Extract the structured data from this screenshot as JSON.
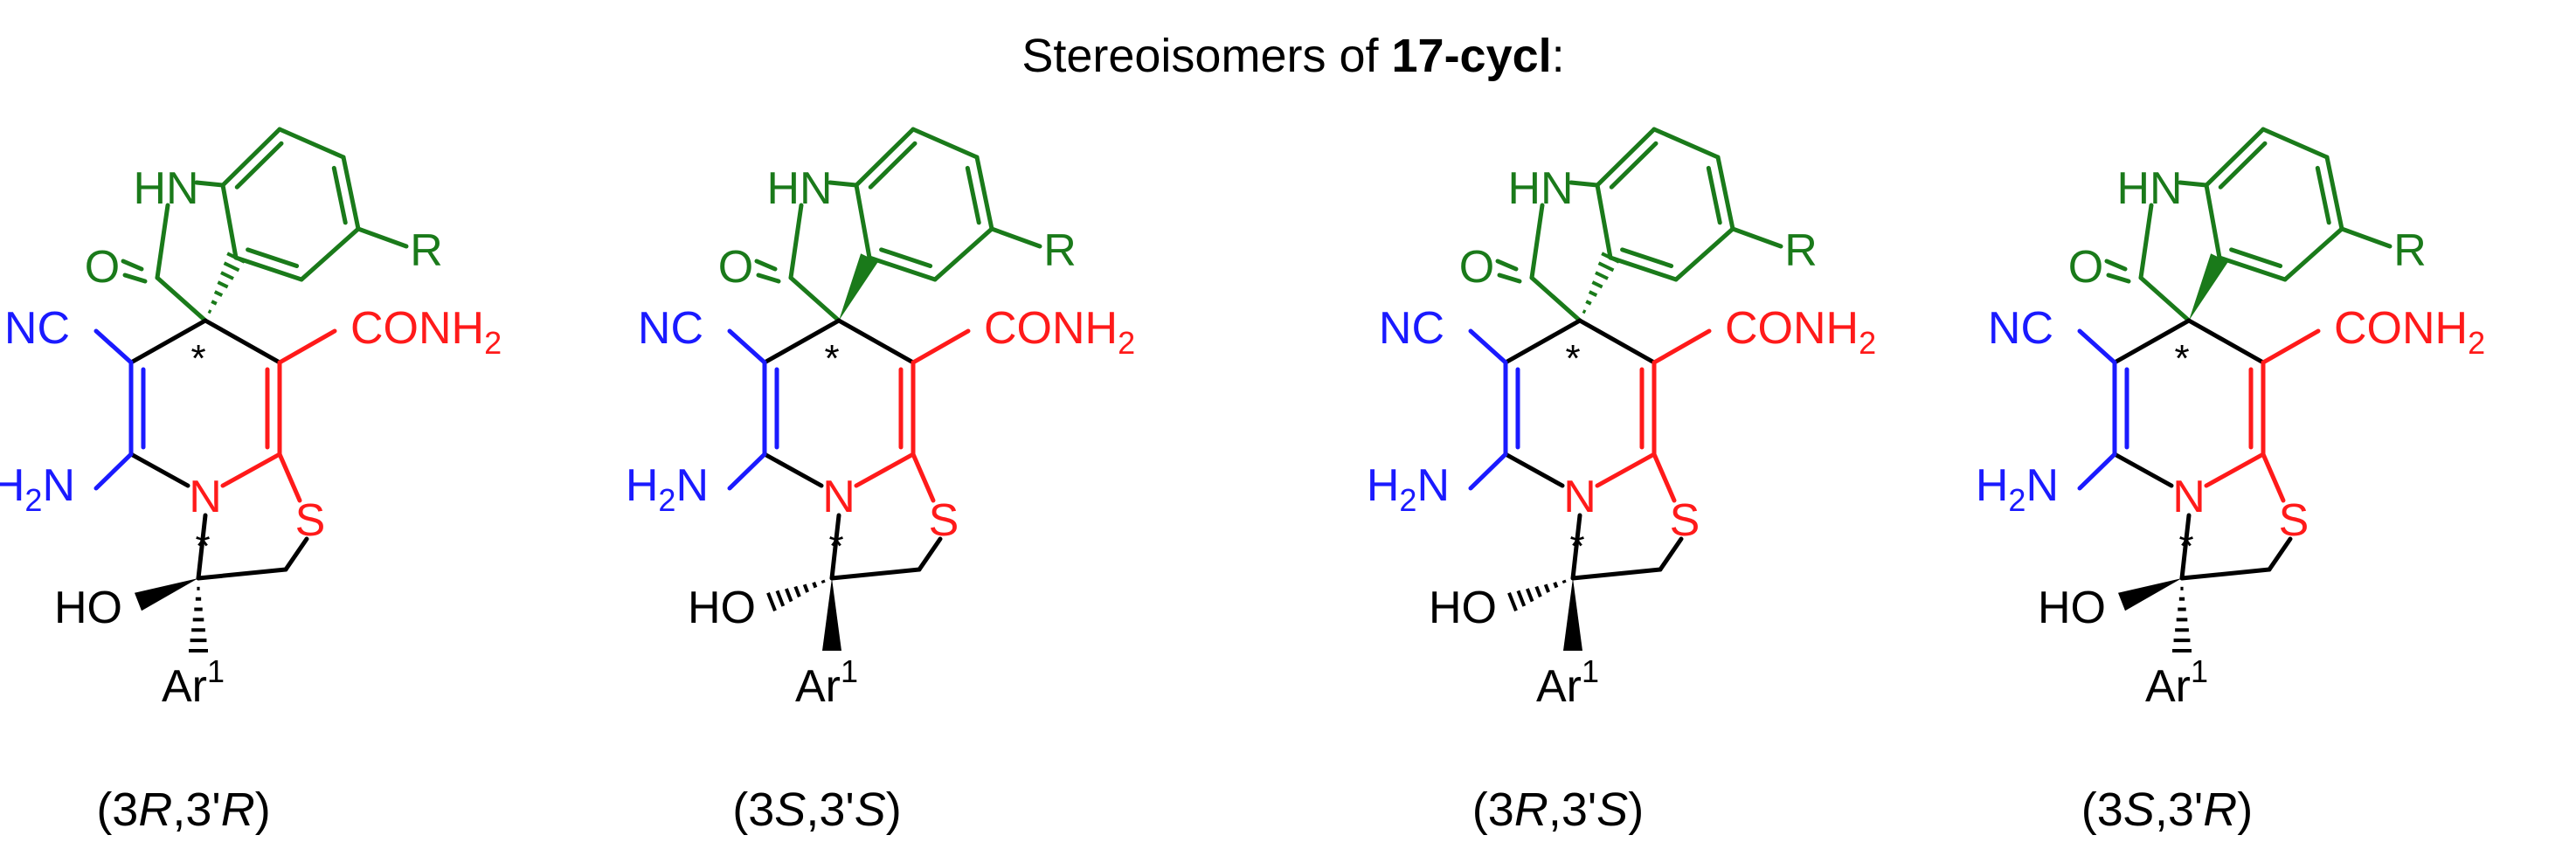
{
  "figure": {
    "title_prefix": "Stereoisomers of ",
    "title_bold": "17-cycl",
    "title_suffix": ":"
  },
  "colors": {
    "oxindole": "#1a7a1a",
    "amino_nitrile": "#1a1aff",
    "pyridine_thiazole": "#ff1a1a",
    "scaffold": "#000000"
  },
  "atom_labels": {
    "hn": "HN",
    "o": "O",
    "r": "R",
    "nc": "NC",
    "conh": "CONH",
    "conh_sub": "2",
    "h": "H",
    "h_sub": "2",
    "n_amino": "N",
    "n_ring": "N",
    "s": "S",
    "ho": "HO",
    "ar": "Ar",
    "ar_sup": "1",
    "star": "*"
  },
  "isomers": [
    {
      "label_parts": [
        "(3",
        "R",
        ",3'",
        "R",
        ")"
      ],
      "spiro_wedge": "bold",
      "c3_oh_wedge": "bold"
    },
    {
      "label_parts": [
        "(3",
        "S",
        ",3'",
        "S",
        ")"
      ],
      "spiro_wedge": "hash",
      "c3_oh_wedge": "hash"
    },
    {
      "label_parts": [
        "(3",
        "R",
        ",3'",
        "S",
        ")"
      ],
      "spiro_wedge": "bold",
      "c3_oh_wedge": "hash"
    },
    {
      "label_parts": [
        "(3",
        "S",
        ",3'",
        "R",
        ")"
      ],
      "spiro_wedge": "hash",
      "c3_oh_wedge": "bold"
    }
  ]
}
